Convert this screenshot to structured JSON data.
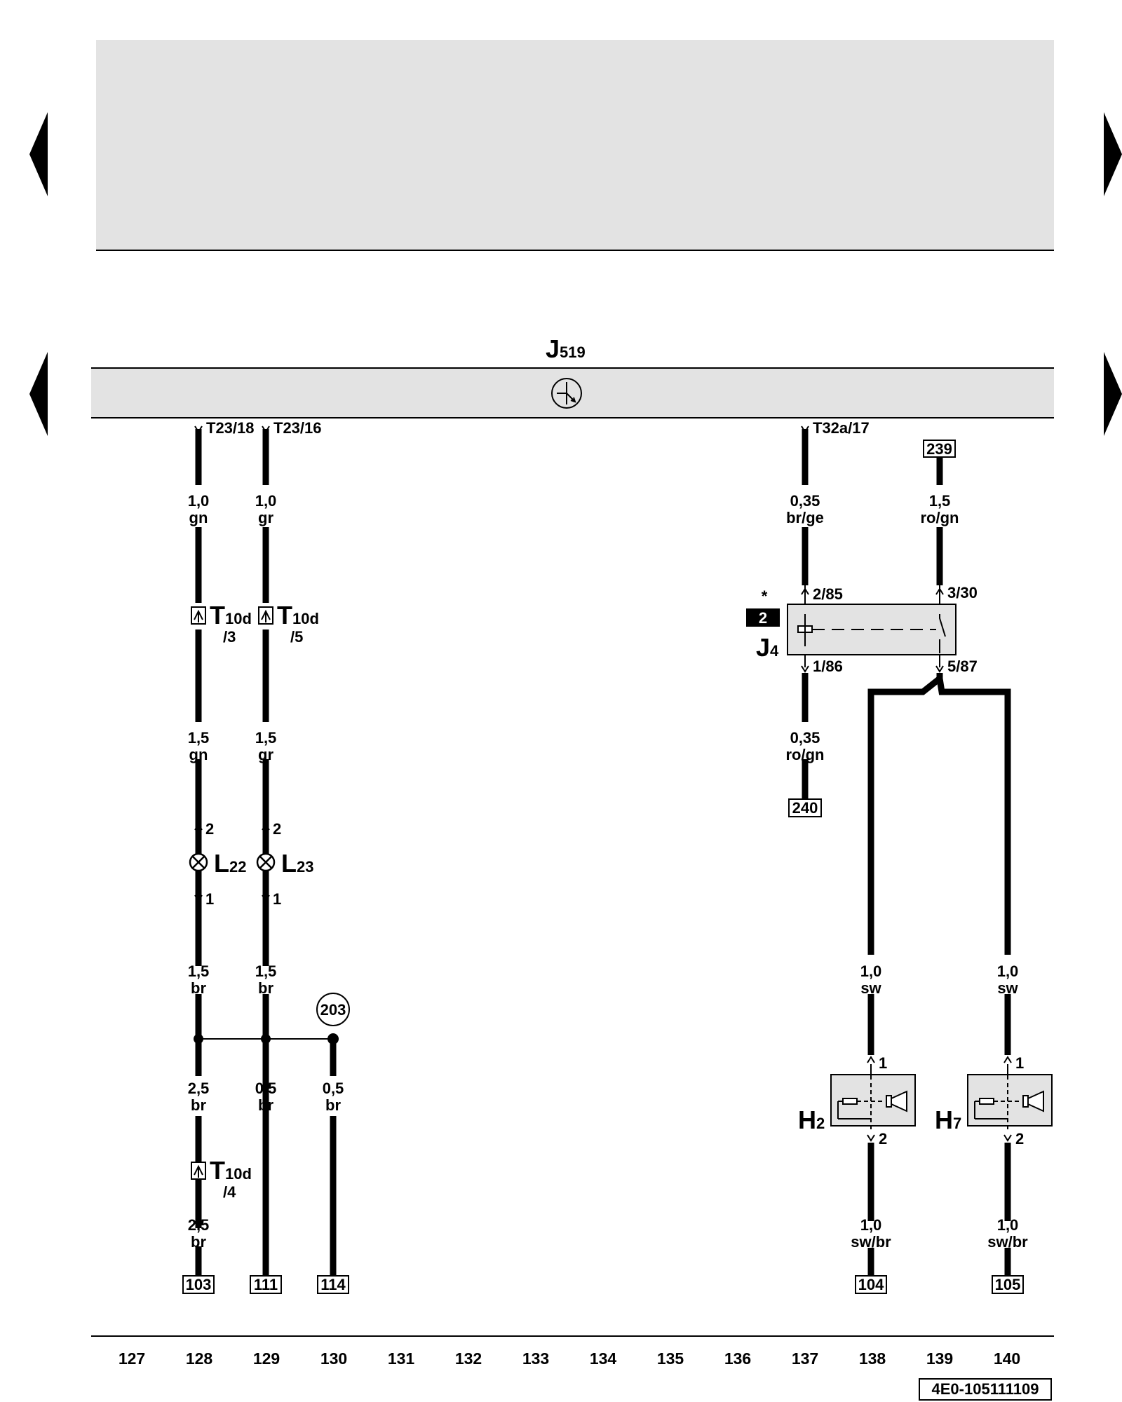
{
  "control_unit": {
    "name": "J",
    "sub": "519"
  },
  "connectors_top": [
    "T23/18",
    "T23/16",
    "T32a/17"
  ],
  "refs": [
    "239",
    "240",
    "103",
    "111",
    "114",
    "104",
    "105",
    "203"
  ],
  "wires": [
    {
      "size": "1,0",
      "color": "gn"
    },
    {
      "size": "1,0",
      "color": "gr"
    },
    {
      "size": "0,35",
      "color": "br/ge"
    },
    {
      "size": "1,5",
      "color": "ro/gn"
    },
    {
      "size": "1,5",
      "color": "gn"
    },
    {
      "size": "1,5",
      "color": "gr"
    },
    {
      "size": "0,35",
      "color": "ro/gn"
    },
    {
      "size": "1,5",
      "color": "br"
    },
    {
      "size": "1,5",
      "color": "br"
    },
    {
      "size": "1,0",
      "color": "sw"
    },
    {
      "size": "1,0",
      "color": "sw"
    },
    {
      "size": "2,5",
      "color": "br"
    },
    {
      "size": "0,5",
      "color": "br"
    },
    {
      "size": "0,5",
      "color": "br"
    },
    {
      "size": "2,5",
      "color": "br"
    },
    {
      "size": "1,0",
      "color": "sw/br"
    },
    {
      "size": "1,0",
      "color": "sw/br"
    }
  ],
  "components": {
    "T10d_a": {
      "name": "T",
      "sub": "10d",
      "pin": "/3"
    },
    "T10d_b": {
      "name": "T",
      "sub": "10d",
      "pin": "/5"
    },
    "T10d_c": {
      "name": "T",
      "sub": "10d",
      "pin": "/4"
    },
    "L22": {
      "name": "L",
      "sub": "22"
    },
    "L23": {
      "name": "L",
      "sub": "23"
    },
    "J4": {
      "name": "J",
      "sub": "4",
      "star": "*",
      "badge": "2"
    },
    "H2": {
      "name": "H",
      "sub": "2"
    },
    "H7": {
      "name": "H",
      "sub": "7"
    }
  },
  "pins": {
    "relay": [
      "2/85",
      "3/30",
      "1/86",
      "5/87"
    ],
    "bulb_top": "2",
    "bulb_bottom": "1",
    "horn_top": "1",
    "horn_bottom": "2"
  },
  "columns": [
    "127",
    "128",
    "129",
    "130",
    "131",
    "132",
    "133",
    "134",
    "135",
    "136",
    "137",
    "138",
    "139",
    "140"
  ],
  "doc_code": "4E0-105111109"
}
